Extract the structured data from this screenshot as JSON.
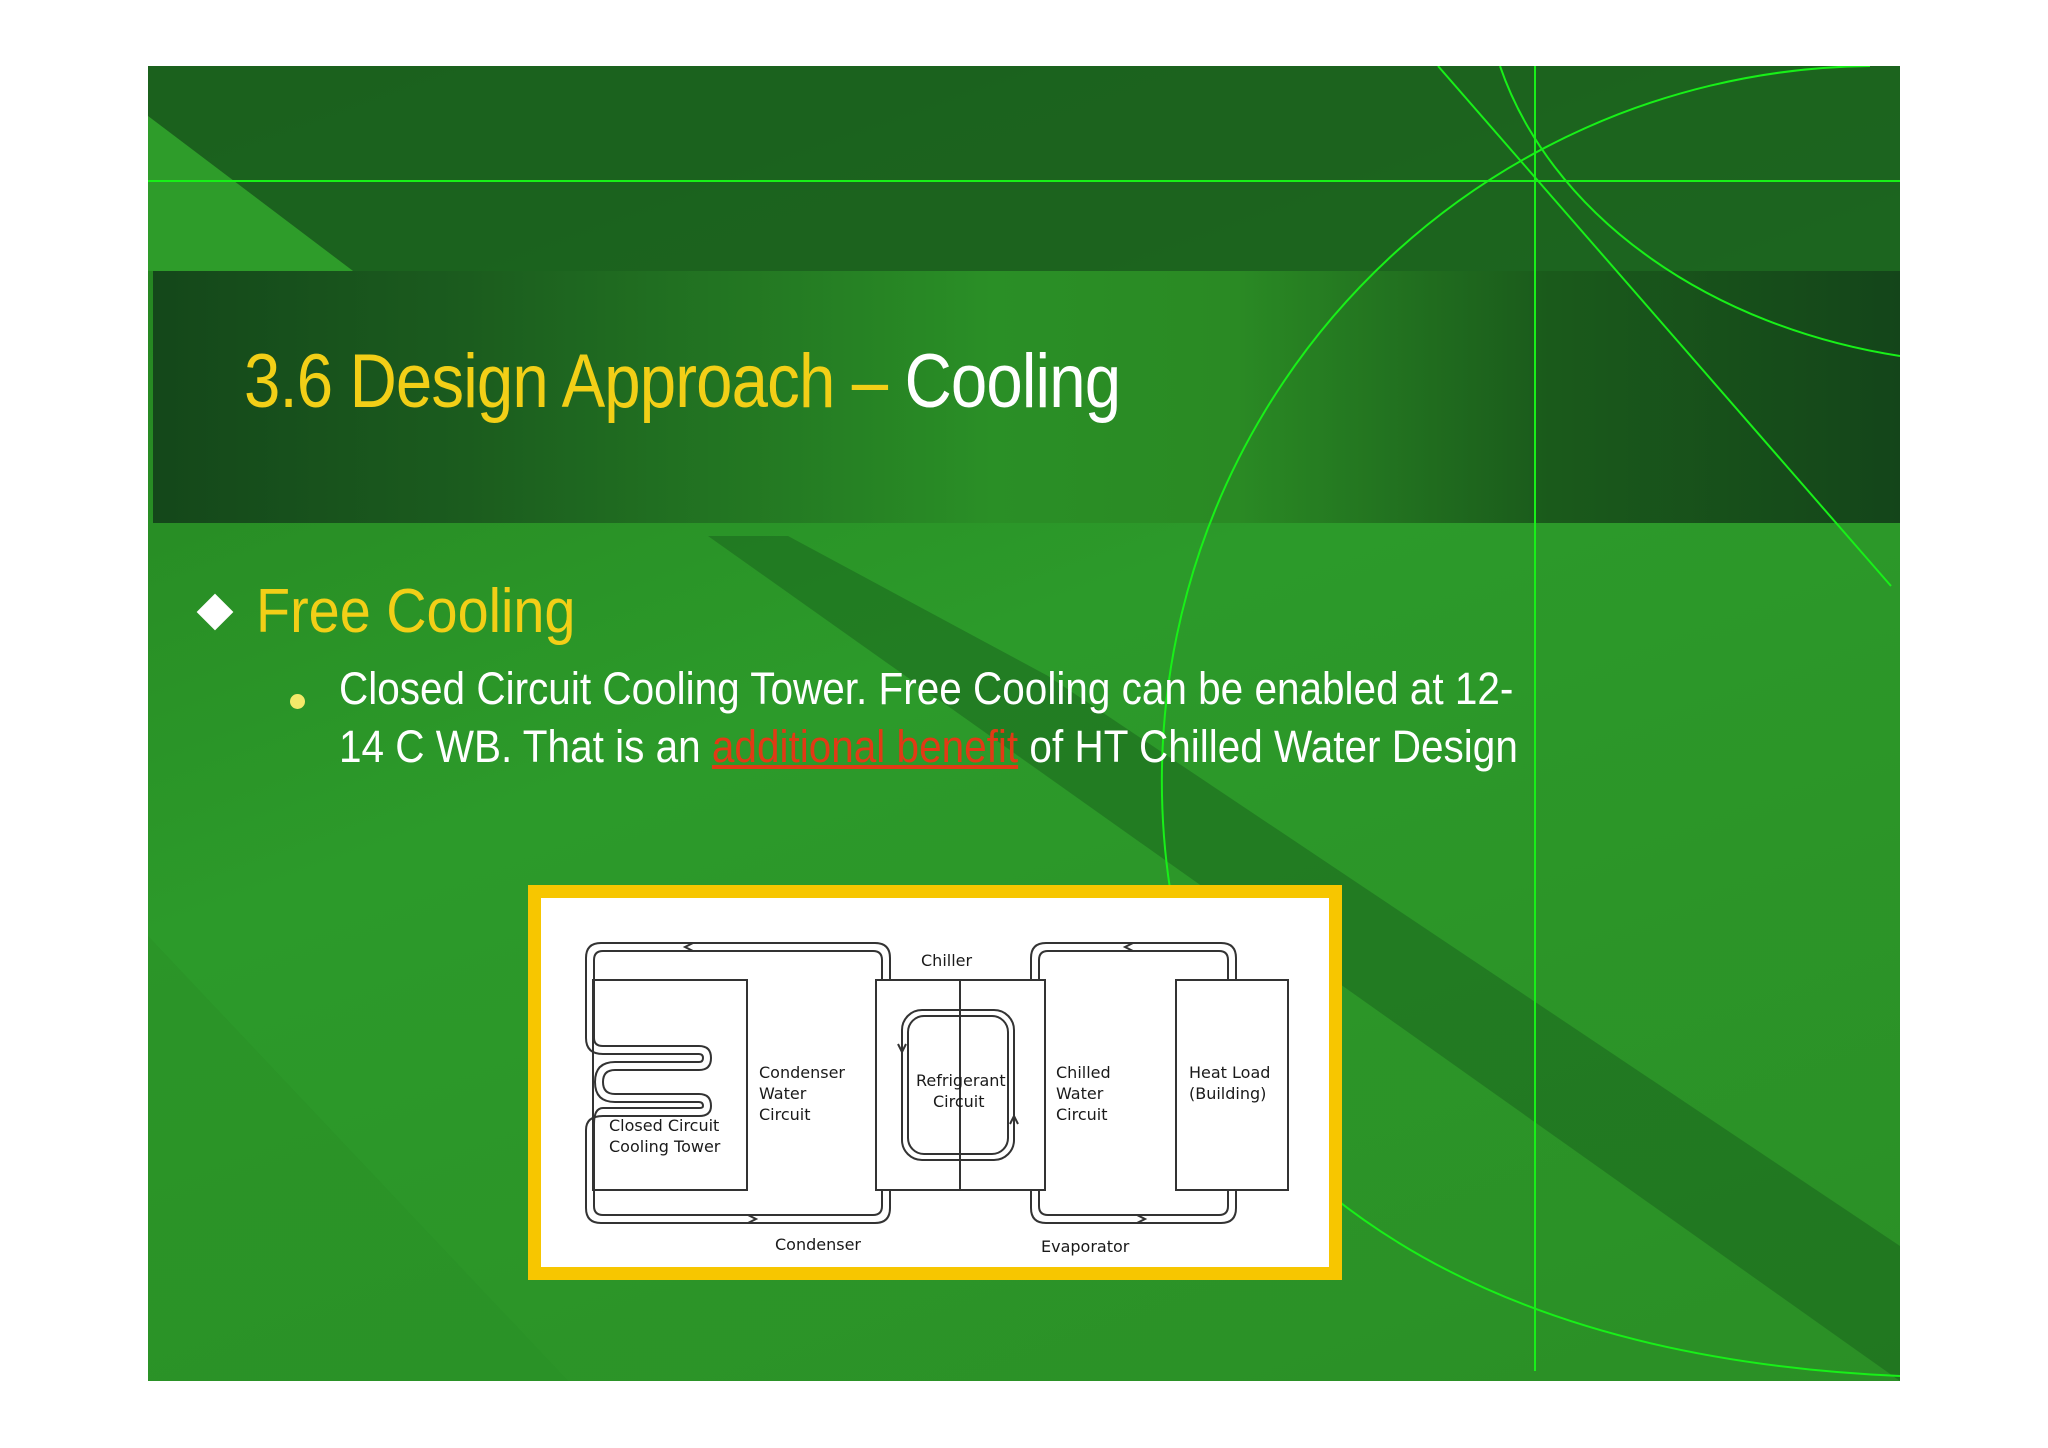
{
  "slide": {
    "title_part1": "3.6 Design Approach –",
    "title_part2": " Cooling",
    "bullet_l1": "Free Cooling",
    "bullet_l2_before": "Closed Circuit Cooling Tower. Free Cooling can be enabled at 12-",
    "bullet_l2_line2_before": "14 C WB. That is an ",
    "bullet_l2_link": "additional benefit",
    "bullet_l2_after": " of HT Chilled Water Design"
  },
  "diagram": {
    "chiller": "Chiller",
    "condenser_water_1": "Condenser",
    "condenser_water_2": "Water",
    "condenser_water_3": "Circuit",
    "refrigerant_1": "Refrigerant",
    "refrigerant_2": "Circuit",
    "chilled_1": "Chilled",
    "chilled_2": "Water",
    "chilled_3": "Circuit",
    "heat_1": "Heat Load",
    "heat_2": "(Building)",
    "tower_1": "Closed Circuit",
    "tower_2": "Cooling Tower",
    "condenser": "Condenser",
    "evaporator": "Evaporator"
  },
  "colors": {
    "title_yellow": "#f2cf17",
    "link_red": "#e13a15",
    "frame_yellow": "#f7c600",
    "line_green": "#18f018"
  }
}
